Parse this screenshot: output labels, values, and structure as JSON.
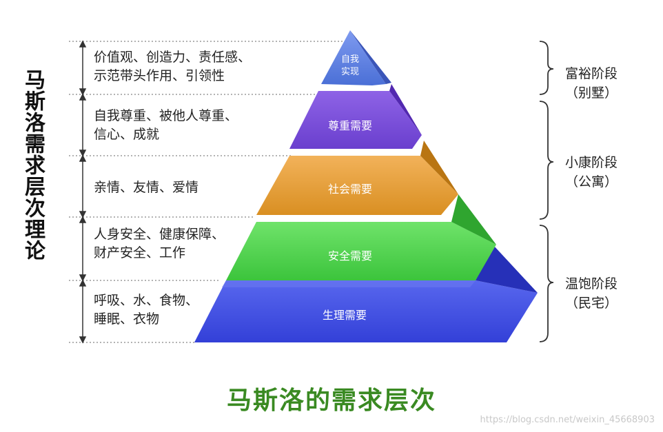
{
  "vertical_title": "马斯洛需求层次理论",
  "levels": [
    {
      "label_top": "自我",
      "label_bottom": "实现",
      "desc_lines": [
        "价值观、创造力、责任感、",
        "示范带头作用、引领性"
      ],
      "color": "#4a6fd6"
    },
    {
      "label": "尊重需要",
      "desc_lines": [
        "自我尊重、被他人尊重、",
        "信心、成就"
      ],
      "color": "#7b4fd8"
    },
    {
      "label": "社会需要",
      "desc_lines": [
        "亲情、友情、爱情"
      ],
      "color": "#d9932b"
    },
    {
      "label": "安全需要",
      "desc_lines": [
        "人身安全、健康保障、",
        "财产安全、工作"
      ],
      "color": "#4cd452"
    },
    {
      "label": "生理需要",
      "desc_lines": [
        "呼吸、水、食物、",
        "睡眠、衣物"
      ],
      "color": "#3f4ee0"
    }
  ],
  "stages": [
    {
      "name": "富裕阶段",
      "sub": "（别墅）"
    },
    {
      "name": "小康阶段",
      "sub": "（公寓）"
    },
    {
      "name": "温饱阶段",
      "sub": "（民宅）"
    }
  ],
  "title": "马斯洛的需求层次",
  "watermark": "https://blog.csdn.net/weixin_45668903"
}
